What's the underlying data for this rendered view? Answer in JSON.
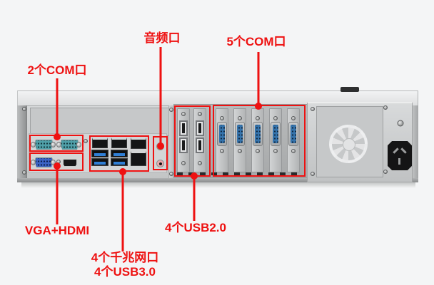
{
  "annotations": {
    "com2": {
      "label": "2个COM口"
    },
    "audio": {
      "label": "音频口"
    },
    "com5": {
      "label": "5个COM口"
    },
    "vga_hdmi": {
      "label": "VGA+HDMI"
    },
    "lan_usb3": {
      "line1": "4个千兆网口",
      "line2": "4个USB3.0"
    },
    "usb2": {
      "label": "4个USB2.0"
    }
  },
  "colors": {
    "annotation_red": "#ee1111",
    "chassis_gray": "#cdcfd0",
    "vent_dark": "#202122",
    "com_port_teal": "#4f9fa8",
    "vga_blue": "#3b63c4",
    "usb3_blue": "#2f7fd6",
    "card_com_blue": "#3573ab",
    "audio_line_out_green": "#c6d94e",
    "audio_mic_pink": "#e9a9ad"
  }
}
